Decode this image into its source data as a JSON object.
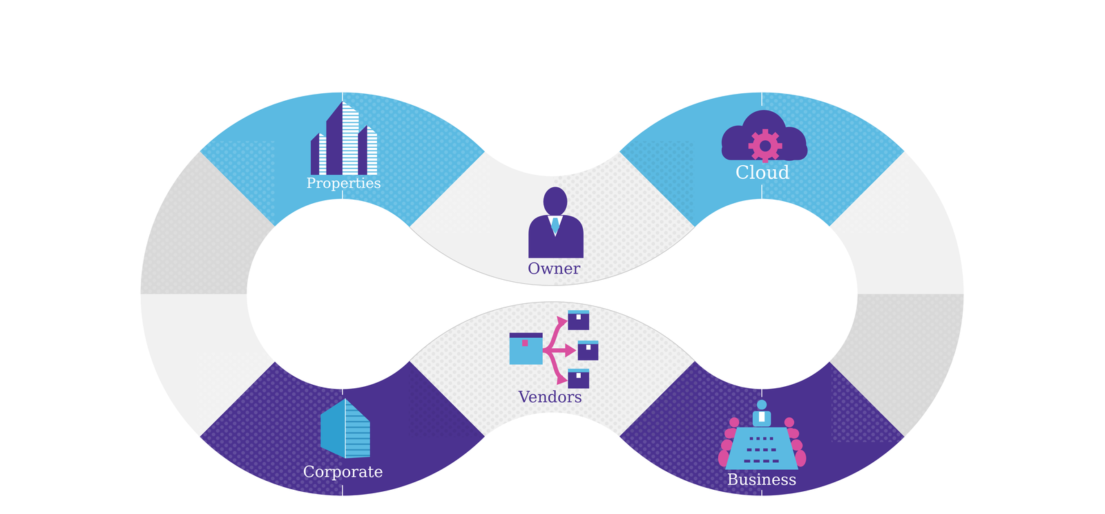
{
  "diagram": {
    "nodes": [
      {
        "text": [
          "Properties"
        ]
      },
      {
        "text": [
          "Cloud"
        ]
      },
      {
        "text": [
          "Owner"
        ]
      },
      {
        "text": [
          "Vendors"
        ]
      },
      {
        "text": [
          "Corporate"
        ]
      },
      {
        "text": [
          "Business"
        ]
      }
    ]
  }
}
